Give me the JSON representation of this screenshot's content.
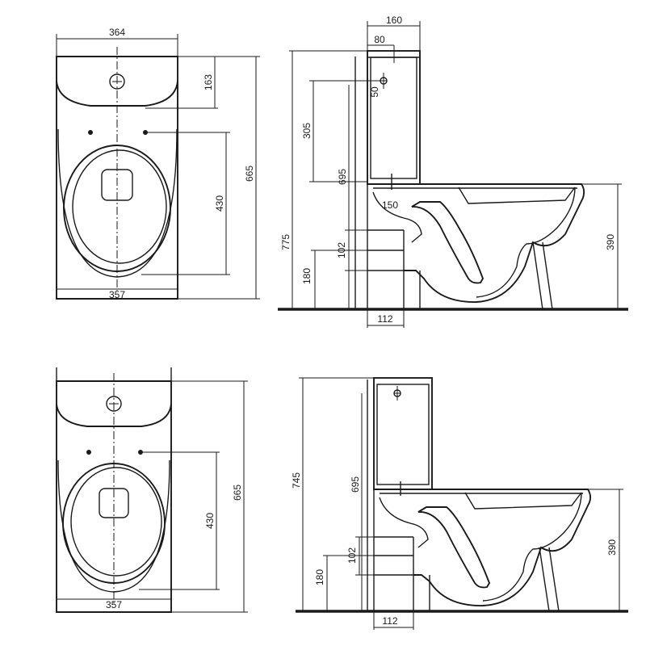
{
  "views": {
    "top_plan_upper": {
      "dim_width_top": "364",
      "dim_tank_depth": "163",
      "dim_fixing_to_rim": "430",
      "dim_total_length": "665",
      "dim_bowl_width": "357"
    },
    "side_upper": {
      "dim_tank_width": "160",
      "dim_tank_inner": "80",
      "dim_button": "50",
      "dim_tank_height": "305",
      "dim_total_height": "775",
      "dim_inlet_height": "695",
      "dim_outlet_offset": "150",
      "dim_outlet_pipe": "102",
      "dim_outlet_height": "180",
      "dim_base_depth": "112",
      "dim_rim_height": "390"
    },
    "top_plan_lower": {
      "dim_fixing_to_rim": "430",
      "dim_total_length": "665",
      "dim_bowl_width": "357"
    },
    "side_lower": {
      "dim_total_height": "745",
      "dim_inlet_height": "695",
      "dim_outlet_pipe": "102",
      "dim_outlet_height": "180",
      "dim_base_depth": "112",
      "dim_rim_height": "390"
    }
  }
}
